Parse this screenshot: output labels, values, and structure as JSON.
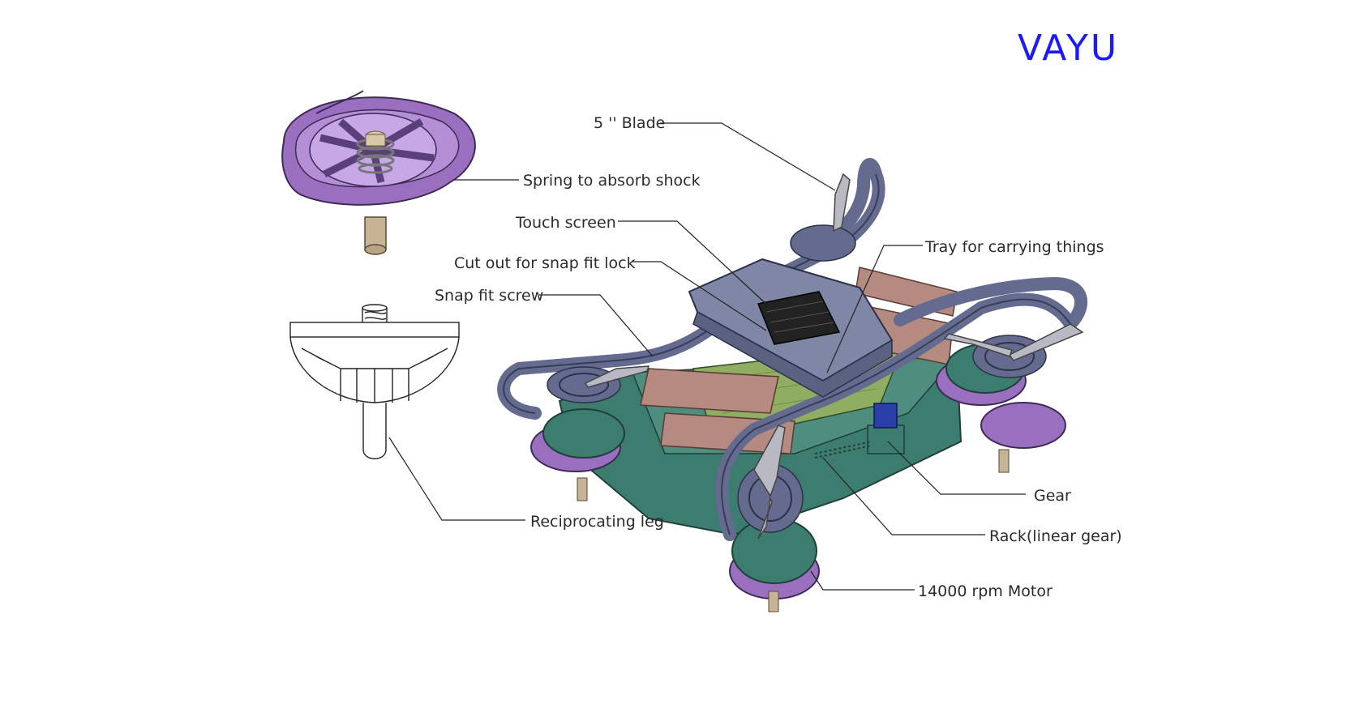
{
  "title": "VAYU",
  "labels": {
    "blade": "5 '' Blade",
    "spring": "Spring to absorb shock",
    "touch_screen": "Touch screen",
    "cut_out": "Cut out for snap fit lock",
    "snap_fit_screw": "Snap fit screw",
    "tray": "Tray for carrying things",
    "gear": "Gear",
    "rack": "Rack(linear gear)",
    "motor": "14000 rpm Motor",
    "leg": "Reciprocating leg"
  },
  "colors": {
    "title": "#1a1aff",
    "frame": "#646b8f",
    "body_green": "#3c7d70",
    "tray_green": "#8fae62",
    "rails": "#b58a80",
    "cup_purple": "#9a6fbf",
    "leg_pin": "#c7b497",
    "gear_blue": "#2a3fa8"
  }
}
